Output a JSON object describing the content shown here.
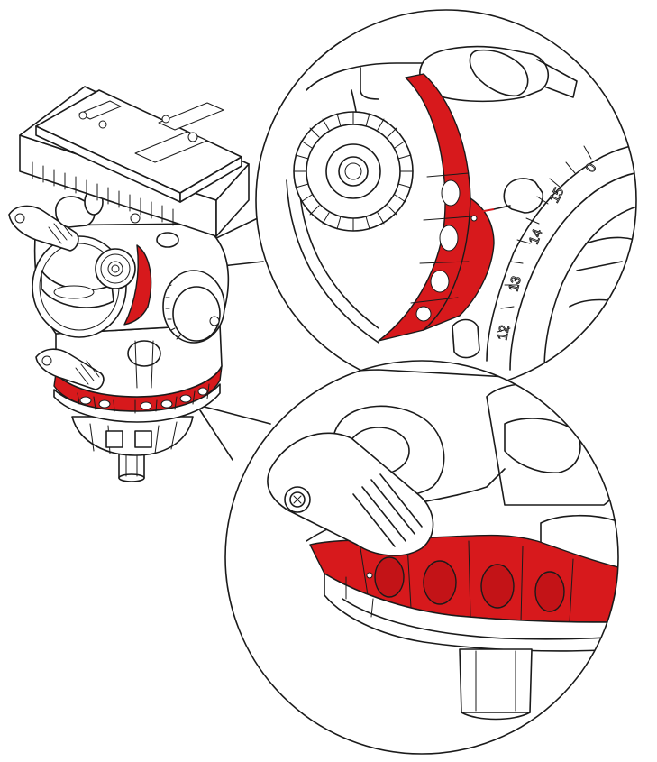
{
  "figure": {
    "highlight_color": "#d7191c",
    "line_color": "#1a1a1a",
    "background": "#ffffff"
  },
  "scale_labels": [
    "0",
    "15",
    "14",
    "13",
    "12"
  ]
}
